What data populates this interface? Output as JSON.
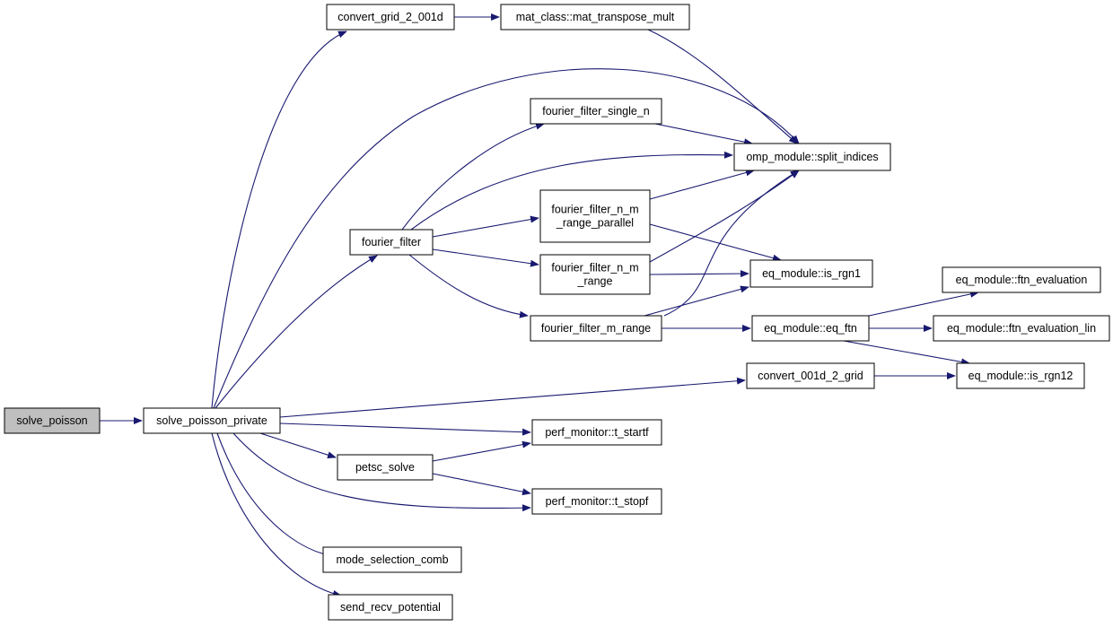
{
  "colors": {
    "edge": "#191970",
    "node_fill": "#ffffff",
    "root_fill": "#bfbfbf",
    "node_border": "#000000"
  },
  "nodes": [
    {
      "id": "solve_poisson",
      "lines": [
        "solve_poisson"
      ],
      "root": true
    },
    {
      "id": "solve_poisson_private",
      "lines": [
        "solve_poisson_private"
      ]
    },
    {
      "id": "convert_grid_2_001d",
      "lines": [
        "convert_grid_2_001d"
      ]
    },
    {
      "id": "mat_transpose_mult",
      "lines": [
        "mat_class::mat_transpose_mult"
      ]
    },
    {
      "id": "fourier_filter_single_n",
      "lines": [
        "fourier_filter_single_n"
      ]
    },
    {
      "id": "split_indices",
      "lines": [
        "omp_module::split_indices"
      ]
    },
    {
      "id": "fourier_filter",
      "lines": [
        "fourier_filter"
      ]
    },
    {
      "id": "fourier_filter_n_m_range_parallel",
      "lines": [
        "fourier_filter_n_m",
        "_range_parallel"
      ]
    },
    {
      "id": "fourier_filter_n_m_range",
      "lines": [
        "fourier_filter_n_m",
        "_range"
      ]
    },
    {
      "id": "is_rgn1",
      "lines": [
        "eq_module::is_rgn1"
      ]
    },
    {
      "id": "fourier_filter_m_range",
      "lines": [
        "fourier_filter_m_range"
      ]
    },
    {
      "id": "eq_ftn",
      "lines": [
        "eq_module::eq_ftn"
      ]
    },
    {
      "id": "ftn_evaluation",
      "lines": [
        "eq_module::ftn_evaluation"
      ]
    },
    {
      "id": "ftn_evaluation_lin",
      "lines": [
        "eq_module::ftn_evaluation_lin"
      ]
    },
    {
      "id": "convert_001d_2_grid",
      "lines": [
        "convert_001d_2_grid"
      ]
    },
    {
      "id": "is_rgn12",
      "lines": [
        "eq_module::is_rgn12"
      ]
    },
    {
      "id": "t_startf",
      "lines": [
        "perf_monitor::t_startf"
      ]
    },
    {
      "id": "petsc_solve",
      "lines": [
        "petsc_solve"
      ]
    },
    {
      "id": "t_stopf",
      "lines": [
        "perf_monitor::t_stopf"
      ]
    },
    {
      "id": "mode_selection_comb",
      "lines": [
        "mode_selection_comb"
      ]
    },
    {
      "id": "send_recv_potential",
      "lines": [
        "send_recv_potential"
      ]
    }
  ],
  "edges": [
    {
      "from": "solve_poisson",
      "to": "solve_poisson_private"
    },
    {
      "from": "solve_poisson_private",
      "to": "convert_grid_2_001d"
    },
    {
      "from": "solve_poisson_private",
      "to": "split_indices"
    },
    {
      "from": "solve_poisson_private",
      "to": "fourier_filter"
    },
    {
      "from": "solve_poisson_private",
      "to": "convert_001d_2_grid"
    },
    {
      "from": "solve_poisson_private",
      "to": "t_startf"
    },
    {
      "from": "solve_poisson_private",
      "to": "petsc_solve"
    },
    {
      "from": "solve_poisson_private",
      "to": "t_stopf"
    },
    {
      "from": "solve_poisson_private",
      "to": "mode_selection_comb"
    },
    {
      "from": "solve_poisson_private",
      "to": "send_recv_potential"
    },
    {
      "from": "convert_grid_2_001d",
      "to": "mat_transpose_mult"
    },
    {
      "from": "mat_transpose_mult",
      "to": "split_indices"
    },
    {
      "from": "fourier_filter_single_n",
      "to": "split_indices"
    },
    {
      "from": "fourier_filter",
      "to": "fourier_filter_single_n"
    },
    {
      "from": "fourier_filter",
      "to": "split_indices"
    },
    {
      "from": "fourier_filter",
      "to": "fourier_filter_n_m_range_parallel"
    },
    {
      "from": "fourier_filter",
      "to": "fourier_filter_n_m_range"
    },
    {
      "from": "fourier_filter",
      "to": "fourier_filter_m_range"
    },
    {
      "from": "fourier_filter_n_m_range_parallel",
      "to": "split_indices"
    },
    {
      "from": "fourier_filter_n_m_range_parallel",
      "to": "is_rgn1"
    },
    {
      "from": "fourier_filter_n_m_range",
      "to": "split_indices"
    },
    {
      "from": "fourier_filter_n_m_range",
      "to": "is_rgn1"
    },
    {
      "from": "fourier_filter_m_range",
      "to": "split_indices"
    },
    {
      "from": "fourier_filter_m_range",
      "to": "is_rgn1"
    },
    {
      "from": "fourier_filter_m_range",
      "to": "eq_ftn"
    },
    {
      "from": "eq_ftn",
      "to": "ftn_evaluation"
    },
    {
      "from": "eq_ftn",
      "to": "ftn_evaluation_lin"
    },
    {
      "from": "eq_ftn",
      "to": "is_rgn12"
    },
    {
      "from": "convert_001d_2_grid",
      "to": "is_rgn12"
    },
    {
      "from": "petsc_solve",
      "to": "t_startf"
    },
    {
      "from": "petsc_solve",
      "to": "t_stopf"
    }
  ]
}
